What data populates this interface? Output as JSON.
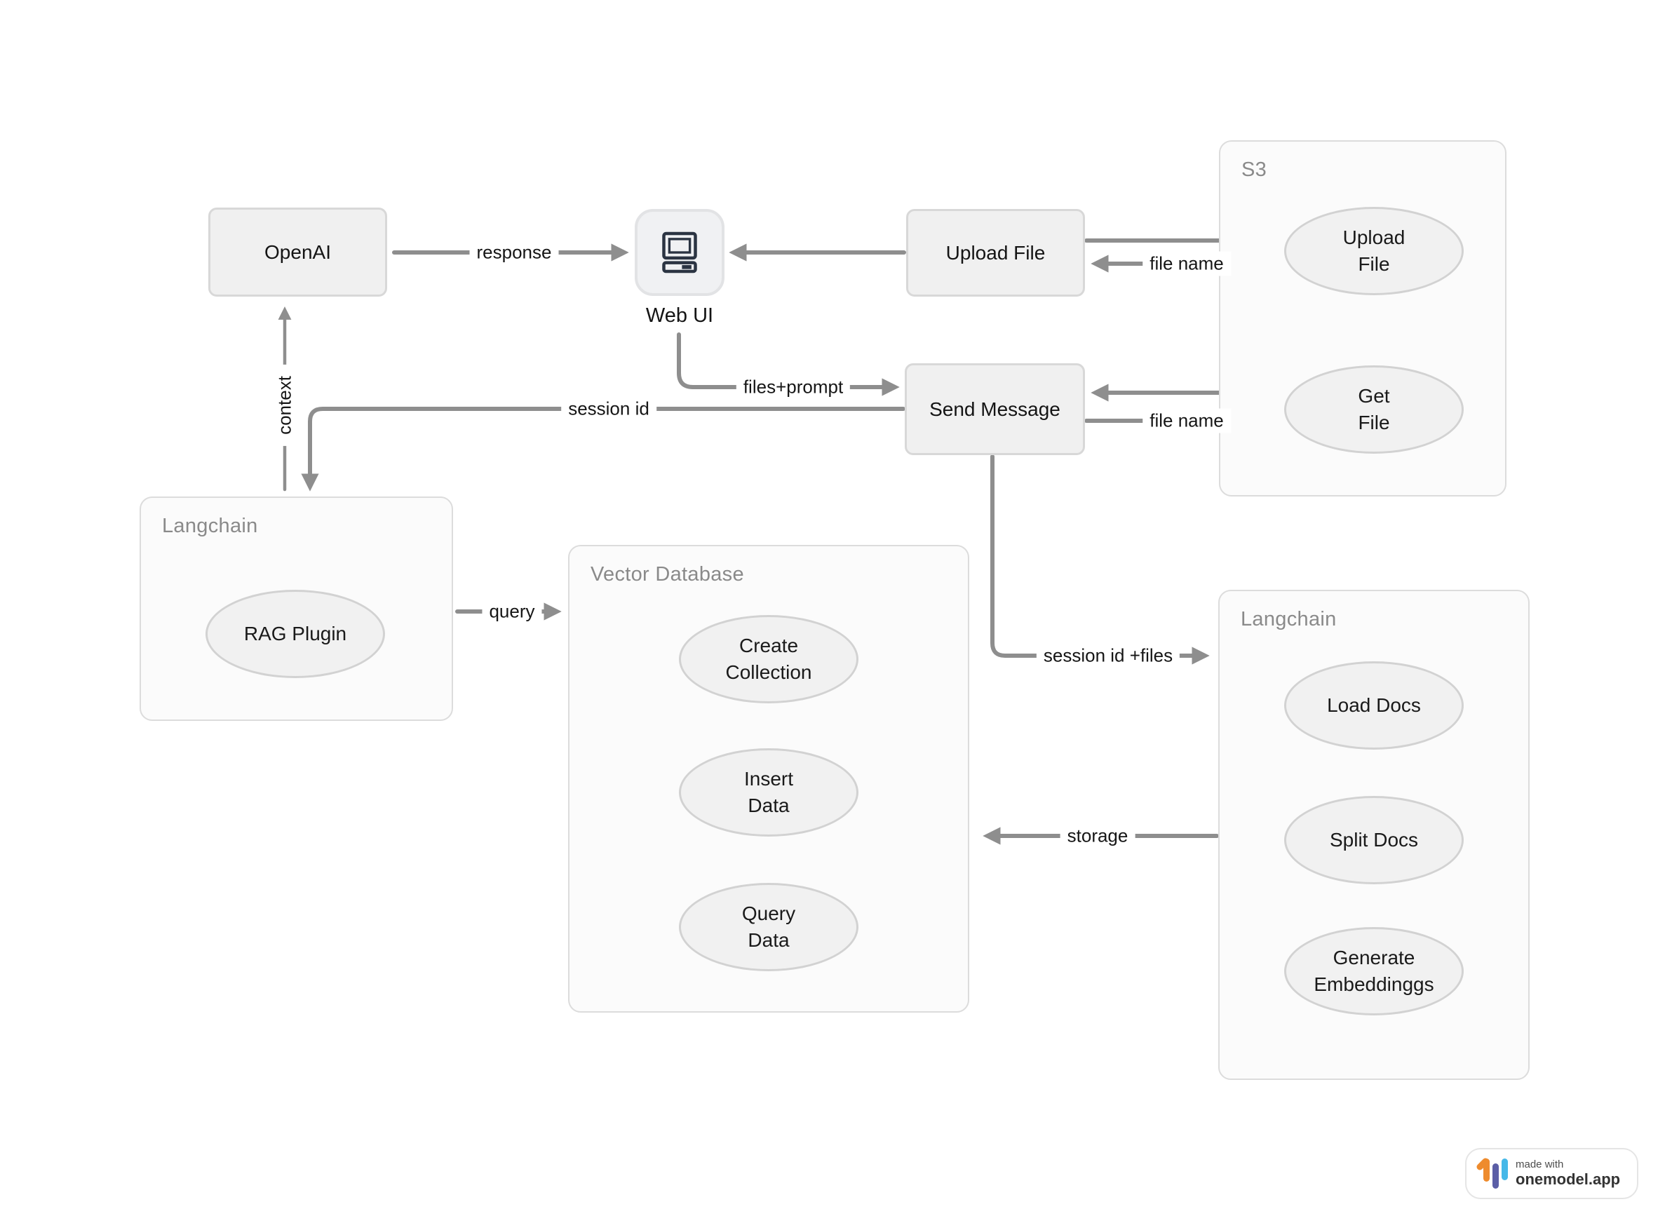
{
  "diagram": {
    "nodes": {
      "openai": {
        "label": "OpenAI"
      },
      "web_ui": {
        "label": "Web UI"
      },
      "upload_file": {
        "label": "Upload File"
      },
      "send_message": {
        "label": "Send Message"
      }
    },
    "containers": {
      "s3": {
        "title": "S3"
      },
      "langchain_left": {
        "title": "Langchain"
      },
      "vector_db": {
        "title": "Vector Database"
      },
      "langchain_right": {
        "title": "Langchain"
      }
    },
    "ellipses": {
      "s3_upload": {
        "line1": "Upload",
        "line2": "File"
      },
      "s3_get": {
        "line1": "Get",
        "line2": "File"
      },
      "rag_plugin": {
        "line1": "RAG Plugin"
      },
      "create_collection": {
        "line1": "Create",
        "line2": "Collection"
      },
      "insert_data": {
        "line1": "Insert",
        "line2": "Data"
      },
      "query_data": {
        "line1": "Query",
        "line2": "Data"
      },
      "load_docs": {
        "line1": "Load Docs"
      },
      "split_docs": {
        "line1": "Split Docs"
      },
      "generate_embeddings": {
        "line1": "Generate",
        "line2": "Embeddinggs"
      }
    },
    "edge_labels": {
      "response": "response",
      "file_name_upload": "file name",
      "files_prompt": "files+prompt",
      "session_id": "session id",
      "context": "context",
      "file_name_get": "file name",
      "session_id_files": "session id +files",
      "storage": "storage",
      "query": "query"
    }
  },
  "badge": {
    "made_with": "made with",
    "brand": "onemodel.app"
  },
  "colors": {
    "edge": "#8e8e8e",
    "node_fill": "#f0f0f0",
    "node_border": "#d8d8d8",
    "container_fill": "#fbfbfb",
    "container_border": "#dcdcdc",
    "ellipse_fill": "#f1f1f1",
    "ellipse_border": "#d2d2d2",
    "container_title": "#8a8a8a",
    "text": "#141414",
    "icon_stroke": "#2b3442",
    "badge_orange": "#ee8b2d",
    "badge_indigo": "#5b5ea6",
    "badge_blue": "#45b8e8"
  }
}
